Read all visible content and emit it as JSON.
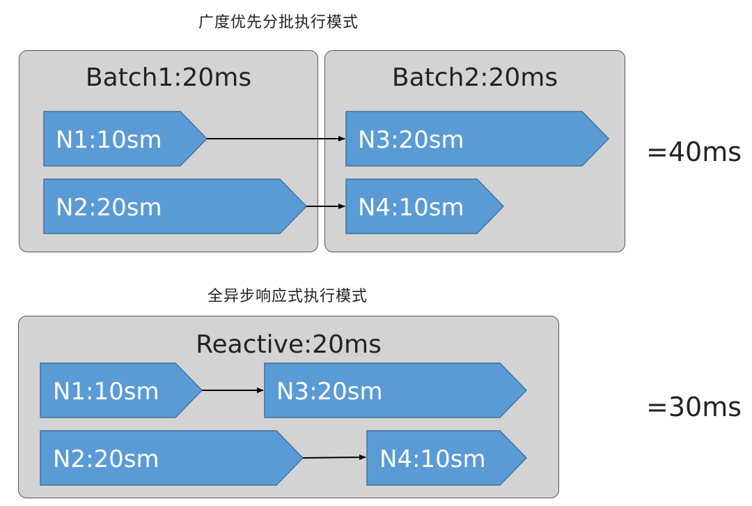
{
  "breadth": {
    "title": "广度优先分批执行模式",
    "batch1_label": "Batch1:20ms",
    "batch2_label": "Batch2:20ms",
    "nodes": {
      "n1": "N1:10sm",
      "n2": "N2:20sm",
      "n3": "N3:20sm",
      "n4": "N4:10sm"
    },
    "result": "=40ms"
  },
  "reactive": {
    "title": "全异步响应式执行模式",
    "box_label": "Reactive:20ms",
    "nodes": {
      "n1": "N1:10sm",
      "n2": "N2:20sm",
      "n3": "N3:20sm",
      "n4": "N4:10sm"
    },
    "result": "=30ms"
  },
  "colors": {
    "node_fill": "#5b9bd5",
    "node_stroke": "#41719c",
    "box_fill": "#d3d3d3",
    "box_stroke": "#555555"
  }
}
